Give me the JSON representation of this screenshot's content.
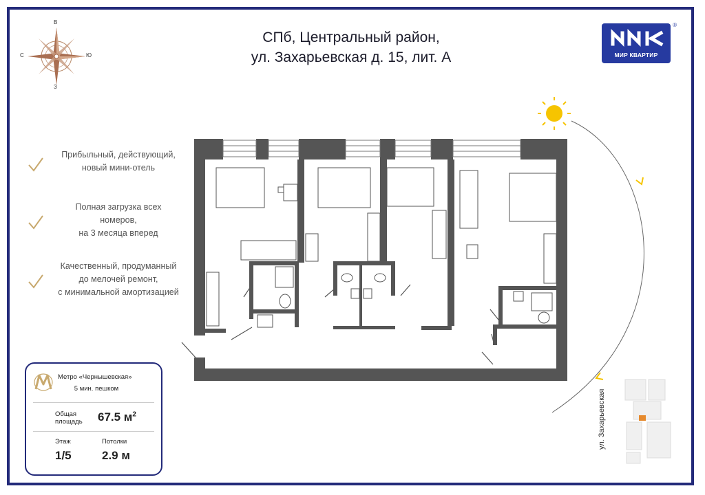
{
  "title": {
    "line1": "СПб, Центральный район,",
    "line2": "ул. Захарьевская д. 15, лит. А"
  },
  "compass": {
    "north": "В",
    "south": "З",
    "west": "С",
    "east": "Ю"
  },
  "logo": {
    "text": "МИР КВАРТИР"
  },
  "features": [
    {
      "lines": [
        "Прибыльный, действующий,",
        "новый мини-отель"
      ]
    },
    {
      "lines": [
        "Полная загрузка всех",
        "номеров,",
        "на 3 месяца вперед"
      ]
    },
    {
      "lines": [
        "Качественный, продуманный",
        "до мелочей ремонт,",
        "с минимальной амортизацией"
      ]
    }
  ],
  "info": {
    "metro": "Метро «Чернышевская»",
    "walk": "5 мин. пешком",
    "area_label_1": "Общая",
    "area_label_2": "площадь",
    "area_value": "67.5 м",
    "area_unit_sup": "2",
    "floor_label": "Этаж",
    "floor_value": "1/5",
    "ceiling_label": "Потолки",
    "ceiling_value": "2.9 м"
  },
  "street_label": "ул. Захарьевская",
  "colors": {
    "frame": "#232a7a",
    "wall": "#555555",
    "accent_gold": "#c8a96e",
    "sun": "#f6c400",
    "logo_bg": "#263aa0"
  }
}
